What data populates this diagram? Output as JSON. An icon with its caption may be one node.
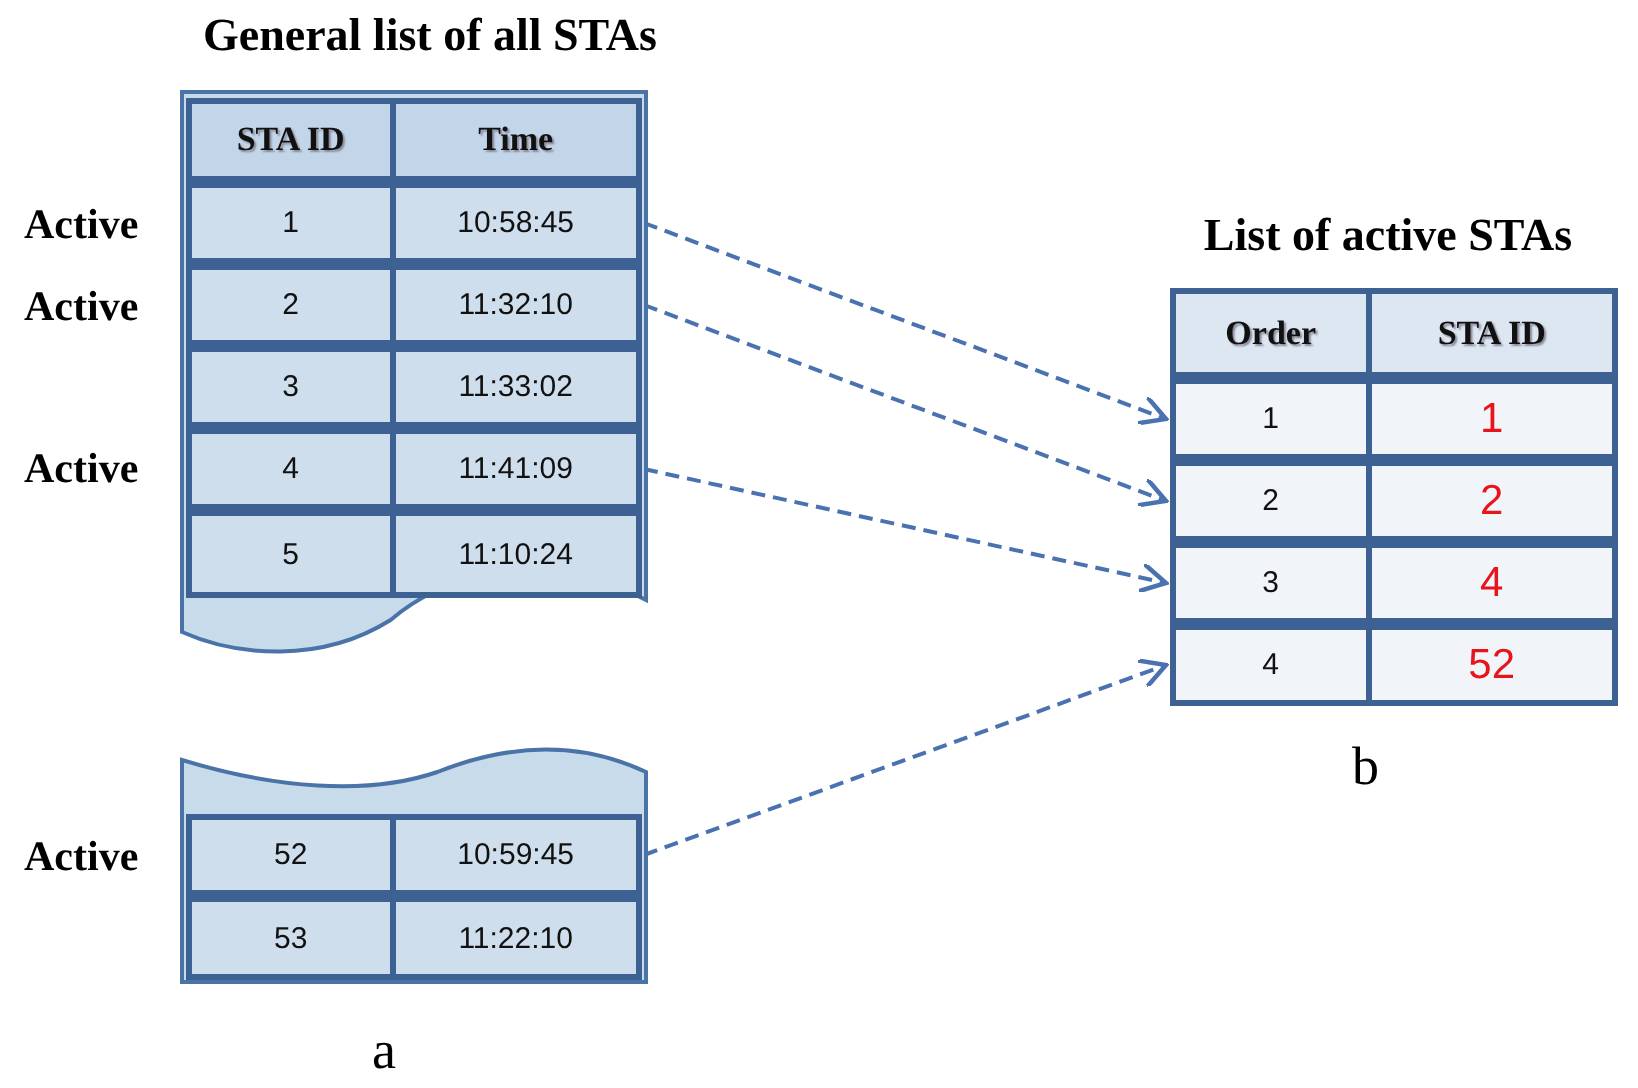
{
  "diagram": {
    "nodes": [
      {
        "text": [
          "General list of all STAs"
        ]
      },
      {
        "text": [
          "STA ID",
          "Time"
        ],
        "in": 0
      },
      {
        "text": [
          "1",
          "10:58:45"
        ],
        "in": 0,
        "beside": [
          "Active"
        ]
      },
      {
        "text": [
          "2",
          "11:32:10"
        ],
        "in": 0,
        "beside": [
          "Active"
        ]
      },
      {
        "text": [
          "3",
          "11:33:02"
        ],
        "in": 0
      },
      {
        "text": [
          "4",
          "11:41:09"
        ],
        "in": 0,
        "beside": [
          "Active"
        ]
      },
      {
        "text": [
          "5",
          "11:10:24"
        ],
        "in": 0
      },
      {
        "text": [],
        "shape": "box"
      },
      {
        "text": [
          "52",
          "10:59:45"
        ],
        "in": 7,
        "beside": [
          "Active"
        ]
      },
      {
        "text": [
          "53",
          "11:22:10"
        ],
        "in": 7
      },
      {
        "text": [
          "List of active STAs"
        ]
      },
      {
        "text": [
          "Order",
          "STA ID"
        ],
        "in": 10
      },
      {
        "text": [
          "1",
          "1"
        ],
        "in": 10
      },
      {
        "text": [
          "2",
          "2"
        ],
        "in": 10
      },
      {
        "text": [
          "3",
          "4"
        ],
        "in": 10
      },
      {
        "text": [
          "4",
          "52"
        ],
        "in": 10
      }
    ],
    "edges": [
      {
        "from": 2,
        "to": 12,
        "arrow": "to",
        "style": "dashed"
      },
      {
        "from": 3,
        "to": 13,
        "arrow": "to",
        "style": "dashed"
      },
      {
        "from": 5,
        "to": 14,
        "arrow": "to",
        "style": "dashed"
      },
      {
        "from": 8,
        "to": 15,
        "arrow": "to",
        "style": "dashed"
      }
    ],
    "labels": [
      "b",
      "a"
    ]
  }
}
